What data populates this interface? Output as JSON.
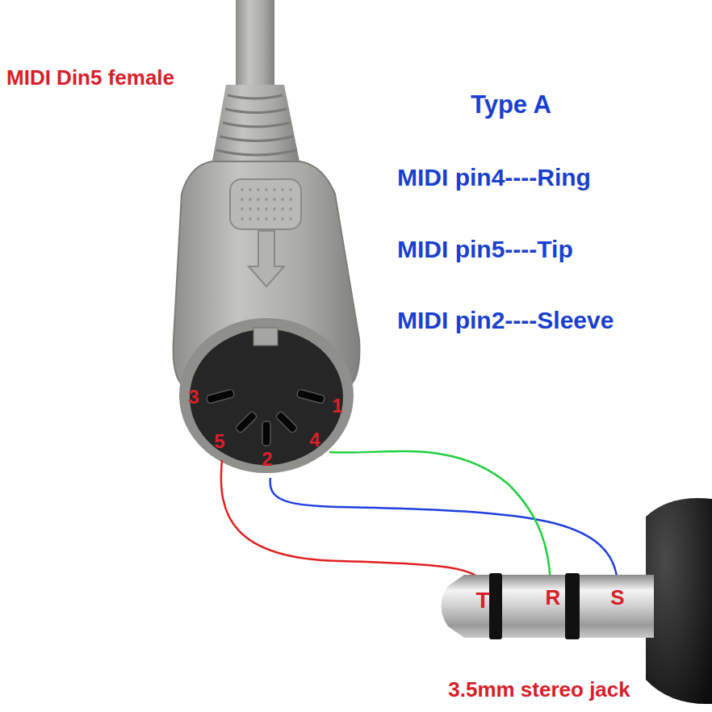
{
  "diagram": {
    "labels": [
      "MIDI Din5 female",
      "Type A",
      "MIDI pin4----Ring",
      "MIDI pin5----Tip",
      "MIDI pin2----Sleeve",
      "3",
      "1",
      "5",
      "2",
      "4",
      "T",
      "R",
      "S",
      "3.5mm stereo jack"
    ]
  }
}
